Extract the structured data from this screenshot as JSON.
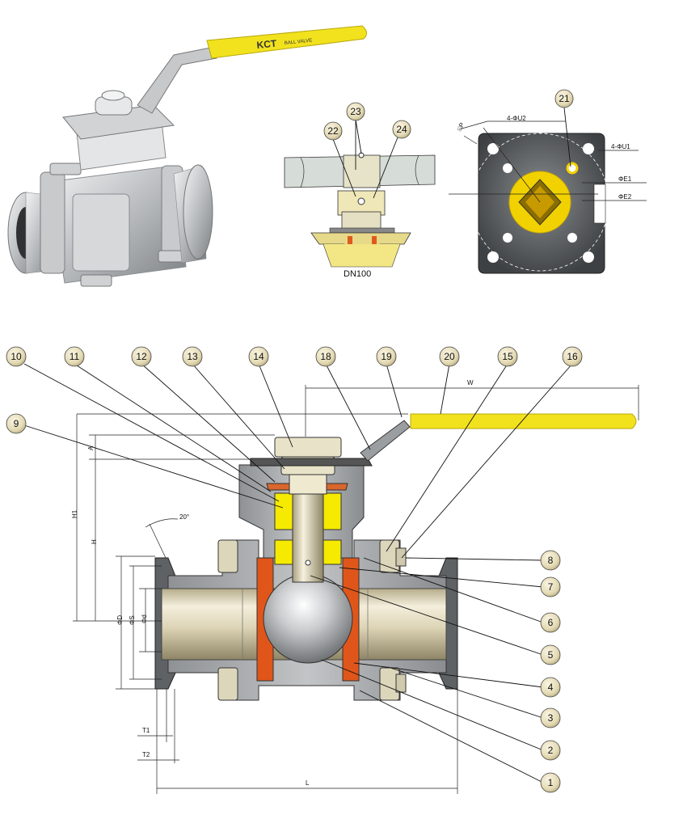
{
  "photo": {
    "handle_brand": "KCT",
    "handle_text": "BALL VALVE",
    "handle_color": "#f2e21e"
  },
  "detail": {
    "size_label": "DN100",
    "balloons": [
      "22",
      "23",
      "24"
    ]
  },
  "flange": {
    "balloon": "21",
    "labels": [
      "4-ΦU2",
      "4-ΦU1",
      "ΦE1",
      "ΦE2",
      "□P"
    ]
  },
  "section": {
    "top_balloons": [
      "10",
      "11",
      "12",
      "13",
      "14",
      "18",
      "19",
      "20",
      "15",
      "16"
    ],
    "left_balloon": "9",
    "right_balloons": [
      "8",
      "7",
      "6",
      "5",
      "4",
      "3",
      "2",
      "1"
    ],
    "dimensions": {
      "W": "W",
      "A": "A",
      "H1": "H1",
      "H": "H",
      "angle": "20°",
      "D": "ΦD",
      "S": "ΦS",
      "d": "Φd",
      "T1": "T1",
      "T2": "T2",
      "L": "L"
    }
  },
  "colors": {
    "handle": "#f2e21e",
    "seat": "#e0561a",
    "packing": "#f5ea00",
    "body_gray": "#a9acae",
    "balloon_fill": "#e8e1c2"
  }
}
